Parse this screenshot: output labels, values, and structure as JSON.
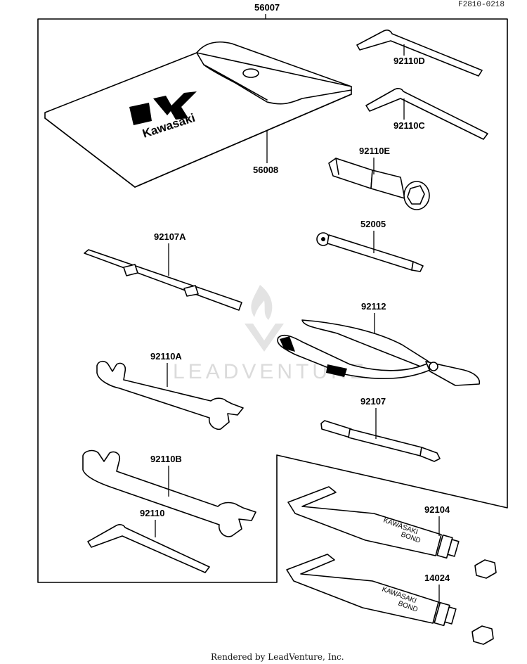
{
  "drawing_code": "F2810-0218",
  "footer": "Rendered by LeadVenture, Inc.",
  "watermark": "LEADVENTURE",
  "brand": "Kawasaki",
  "tube_text": [
    "KAWASAKI",
    "BOND"
  ],
  "parts": {
    "p56007": "56007",
    "p56008": "56008",
    "p92110D": "92110D",
    "p92110C": "92110C",
    "p92110E": "92110E",
    "p52005": "52005",
    "p92107A": "92107A",
    "p92112": "92112",
    "p92110A": "92110A",
    "p92107": "92107",
    "p92110B": "92110B",
    "p92110": "92110",
    "p92104": "92104",
    "p14024": "14024"
  }
}
